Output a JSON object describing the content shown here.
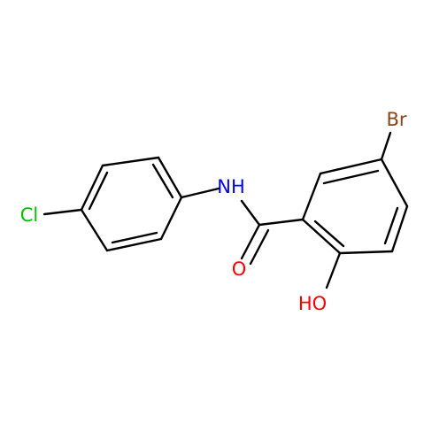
{
  "molecule": {
    "atoms": {
      "br": {
        "label": "Br",
        "color": "#8b4513"
      },
      "nh": {
        "label": "NH",
        "color": "#0000ff"
      },
      "o_carbonyl": {
        "label": "O",
        "color": "#ff0000"
      },
      "ho": {
        "label": "HO",
        "color": "#ff0000"
      },
      "cl": {
        "label": "Cl",
        "color": "#00c000"
      }
    },
    "bond_color": "#000000",
    "background": "#ffffff"
  }
}
